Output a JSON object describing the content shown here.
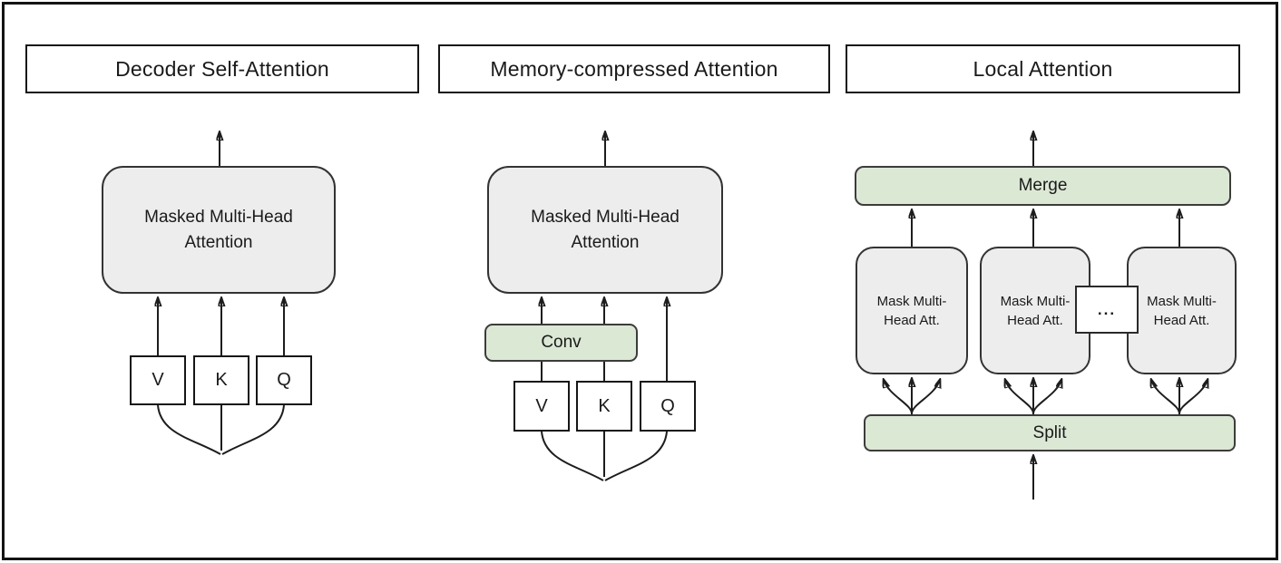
{
  "panels": {
    "decoder": {
      "title": "Decoder Self-Attention",
      "attention_box": "Masked Multi-Head Attention",
      "inputs": [
        "V",
        "K",
        "Q"
      ]
    },
    "memory_compressed": {
      "title": "Memory-compressed Attention",
      "attention_box": "Masked Multi-Head Attention",
      "conv_box": "Conv",
      "inputs": [
        "V",
        "K",
        "Q"
      ]
    },
    "local": {
      "title": "Local Attention",
      "merge_box": "Merge",
      "split_box": "Split",
      "head_boxes": [
        "Mask Multi-Head Att.",
        "Mask Multi-Head Att.",
        "Mask Multi-Head Att."
      ],
      "ellipsis": "..."
    }
  },
  "colors": {
    "attention_box_gray": "#ededed",
    "operation_box_green": "#dbe8d4",
    "box_border_dark": "#1d1d1d",
    "background": "#ffffff"
  }
}
